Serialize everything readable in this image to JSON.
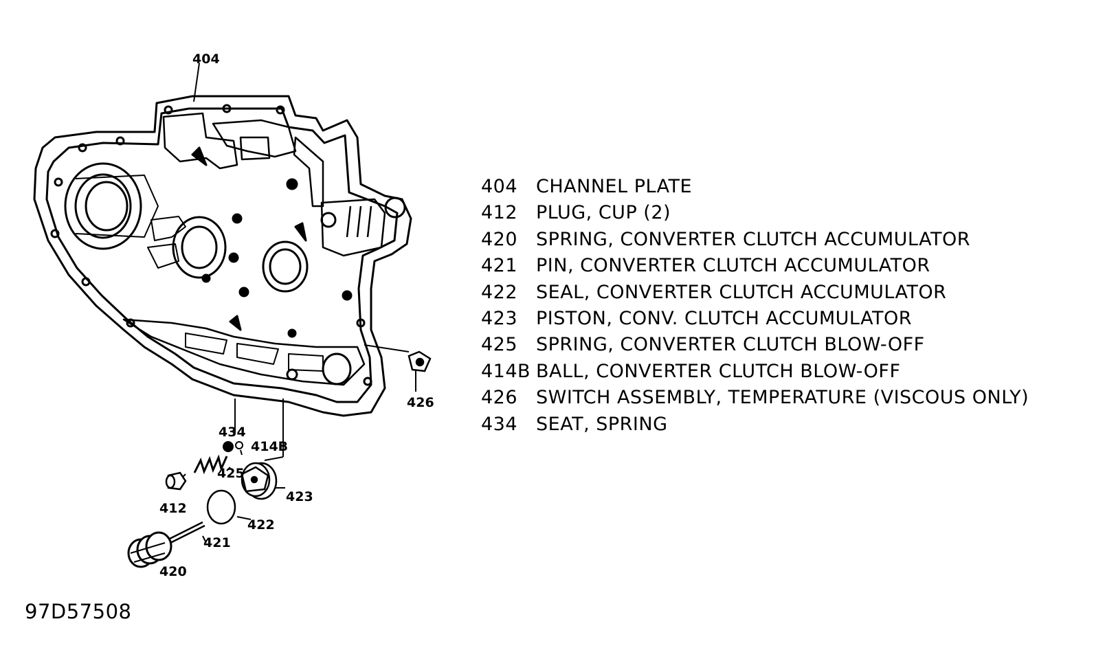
{
  "legend": [
    {
      "num": "404",
      "desc": "CHANNEL PLATE"
    },
    {
      "num": "412",
      "desc": "PLUG, CUP (2)"
    },
    {
      "num": "420",
      "desc": "SPRING, CONVERTER CLUTCH ACCUMULATOR"
    },
    {
      "num": "421",
      "desc": "PIN, CONVERTER CLUTCH ACCUMULATOR"
    },
    {
      "num": "422",
      "desc": "SEAL, CONVERTER CLUTCH ACCUMULATOR"
    },
    {
      "num": "423",
      "desc": "PISTON, CONV. CLUTCH ACCUMULATOR"
    },
    {
      "num": "425",
      "desc": "SPRING, CONVERTER CLUTCH BLOW-OFF"
    },
    {
      "num": "414B",
      "desc": "BALL, CONVERTER CLUTCH BLOW-OFF"
    },
    {
      "num": "426",
      "desc": "SWITCH ASSEMBLY, TEMPERATURE (VISCOUS ONLY)"
    },
    {
      "num": "434",
      "desc": "SEAT, SPRING"
    }
  ],
  "callouts": {
    "c404": "404",
    "c426": "426",
    "c434": "434",
    "c414b": "414B",
    "c425": "425",
    "c412": "412",
    "c423": "423",
    "c422": "422",
    "c421": "421",
    "c420": "420"
  },
  "figure_id": "97D57508"
}
